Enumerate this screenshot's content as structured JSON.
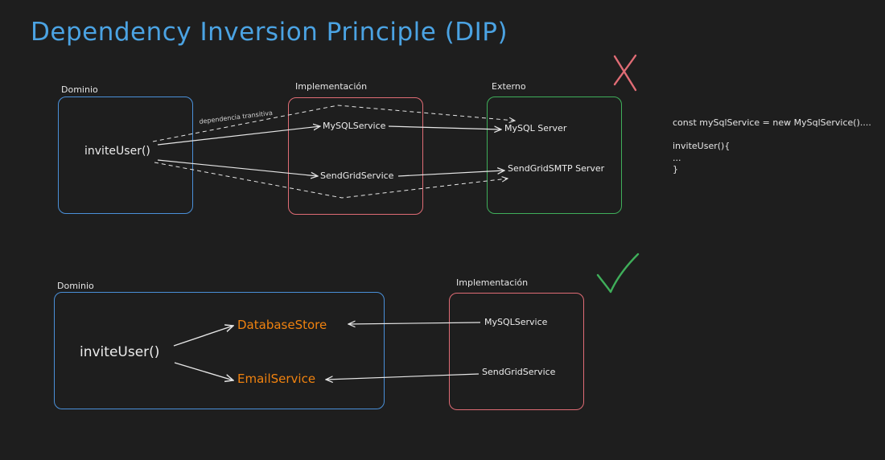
{
  "title": "Dependency Inversion Principle (DIP)",
  "top": {
    "domain_label": "Dominio",
    "impl_label": "Implementación",
    "external_label": "Externo",
    "invite": "inviteUser()",
    "mysql_service": "MySQLService",
    "sendgrid_service": "SendGridService",
    "mysql_server": "MySQL Server",
    "sendgrid_server": "SendGridSMTP Server",
    "transitive": "dependencia transitiva"
  },
  "code": {
    "lines": [
      "const mySqlService = new MySqlService()....",
      "",
      "inviteUser(){",
      "...",
      "}"
    ]
  },
  "bottom": {
    "domain_label": "Dominio",
    "impl_label": "Implementación",
    "invite": "inviteUser()",
    "database_store": "DatabaseStore",
    "email_service": "EmailService",
    "mysql_service": "MySQLService",
    "sendgrid_service": "SendGridService"
  },
  "colors": {
    "title": "#4ba3e3",
    "domain_border": "#4a90d9",
    "impl_border": "#e06c75",
    "external_border": "#3fae5a",
    "abstraction_text": "#f0820f",
    "wrong_mark": "#e06c75",
    "correct_mark": "#3fae5a"
  },
  "icons": {
    "top_status": "cross-icon",
    "bottom_status": "check-icon"
  }
}
